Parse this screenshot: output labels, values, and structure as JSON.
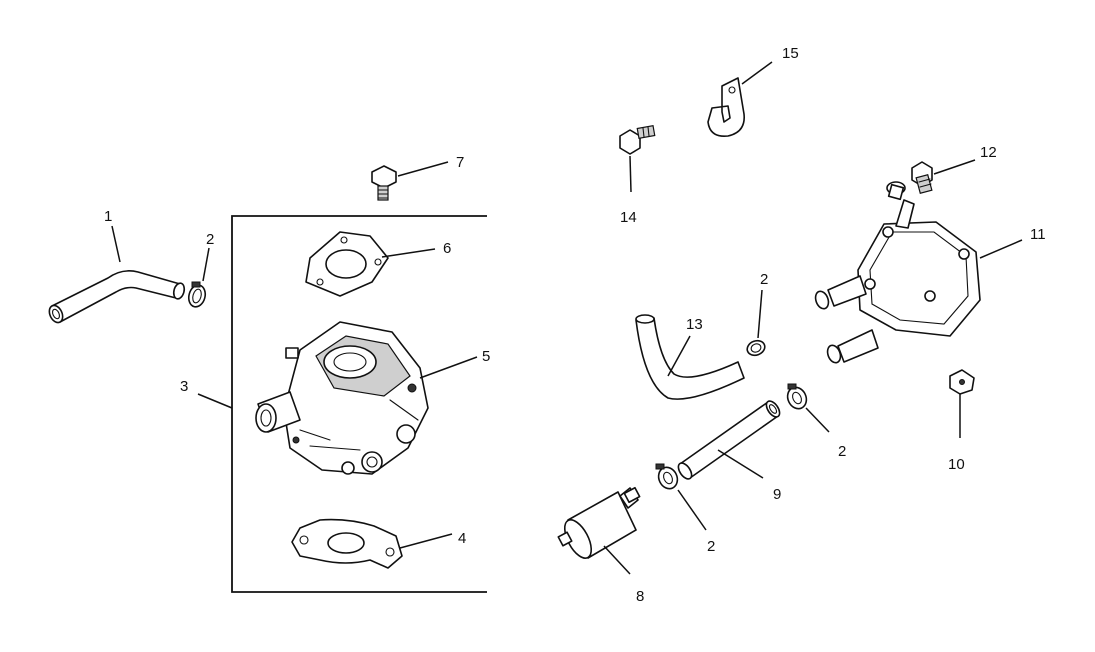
{
  "callouts": {
    "c1": "1",
    "c2a": "2",
    "c2b": "2",
    "c2c": "2",
    "c2d": "2",
    "c3": "3",
    "c4": "4",
    "c5": "5",
    "c6": "6",
    "c7": "7",
    "c8": "8",
    "c9": "9",
    "c10": "10",
    "c11": "11",
    "c12": "12",
    "c13": "13",
    "c14": "14",
    "c15": "15"
  },
  "colors": {
    "line": "#111111",
    "background": "#ffffff",
    "shade": "#cfcfcf"
  }
}
